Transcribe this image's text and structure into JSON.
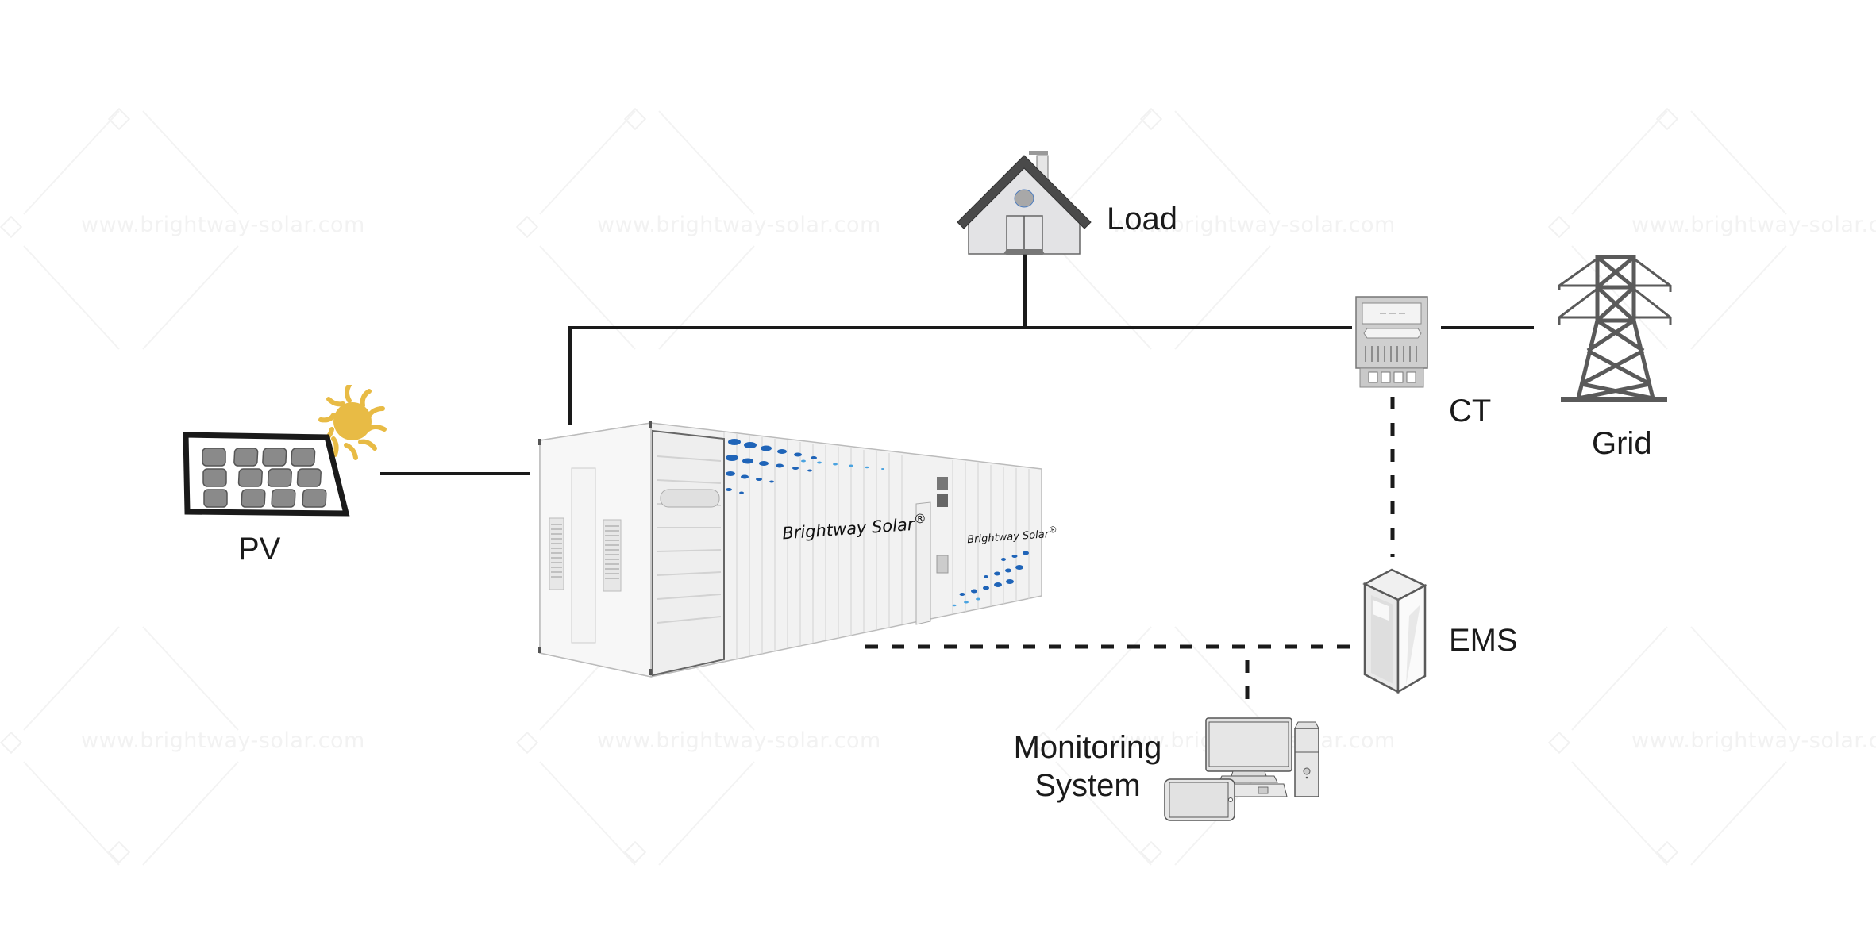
{
  "diagram": {
    "title": "Energy storage system topology",
    "watermark_text": "www.brightway-solar.com",
    "brand_text": "Brightway Solar",
    "brand_mark": "®",
    "colors": {
      "line": "#1a1a1a",
      "icon_gray": "#5a5a5a",
      "icon_fill": "#e2e2e2",
      "sun": "#e8bb45",
      "brand_blue": "#1f64b8",
      "watermark": "#f2f2f2"
    },
    "nodes": [
      {
        "id": "load",
        "label": "Load",
        "icon": "house-icon"
      },
      {
        "id": "ct",
        "label": "CT",
        "icon": "meter-icon"
      },
      {
        "id": "grid",
        "label": "Grid",
        "icon": "transmission-tower-icon"
      },
      {
        "id": "pv",
        "label": "PV",
        "icon": "solar-panel-icon"
      },
      {
        "id": "bess",
        "label": "",
        "icon": "battery-container-icon"
      },
      {
        "id": "ems",
        "label": "EMS",
        "icon": "server-cabinet-icon"
      },
      {
        "id": "monitoring",
        "label_line1": "Monitoring",
        "label_line2": "System",
        "icon": "computer-tablet-icon"
      }
    ],
    "connections": [
      {
        "from": "pv",
        "to": "bess",
        "type": "power",
        "style": "solid"
      },
      {
        "from": "bess",
        "to": "load",
        "type": "power",
        "style": "solid"
      },
      {
        "from": "bess",
        "to": "ct",
        "type": "power",
        "style": "solid"
      },
      {
        "from": "ct",
        "to": "grid",
        "type": "power",
        "style": "solid"
      },
      {
        "from": "ct",
        "to": "ems",
        "type": "communication",
        "style": "dashed"
      },
      {
        "from": "bess",
        "to": "ems",
        "type": "communication",
        "style": "dashed"
      },
      {
        "from": "ems",
        "to": "monitoring",
        "type": "communication",
        "style": "dashed"
      }
    ]
  }
}
